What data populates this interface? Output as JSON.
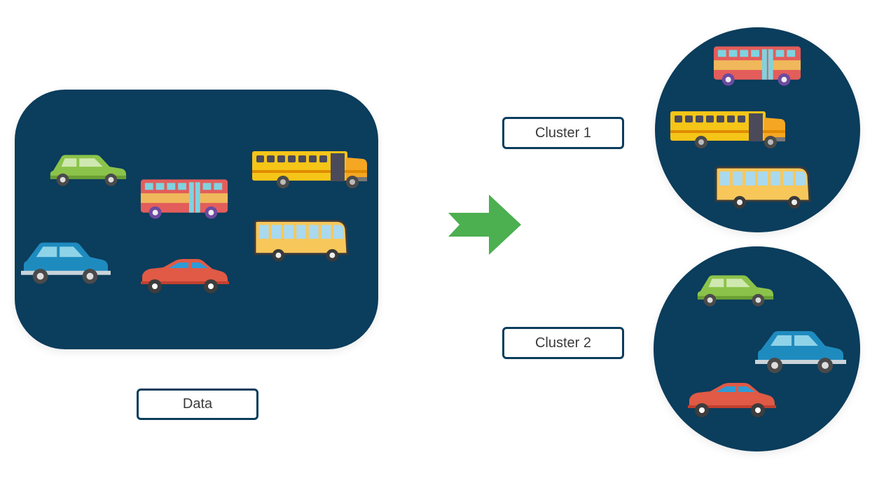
{
  "labels": {
    "data": "Data",
    "cluster1": "Cluster 1",
    "cluster2": "Cluster 2"
  },
  "colors": {
    "panel": "#0b3d5c",
    "arrow": "#4caf50",
    "label_border": "#0b3d5c"
  },
  "groups": {
    "data": [
      "small-car",
      "double-decker-bus",
      "school-bus",
      "hatchback",
      "sedan",
      "city-bus"
    ],
    "cluster1": [
      "double-decker-bus",
      "school-bus",
      "city-bus"
    ],
    "cluster2": [
      "small-car",
      "hatchback",
      "sedan"
    ]
  }
}
